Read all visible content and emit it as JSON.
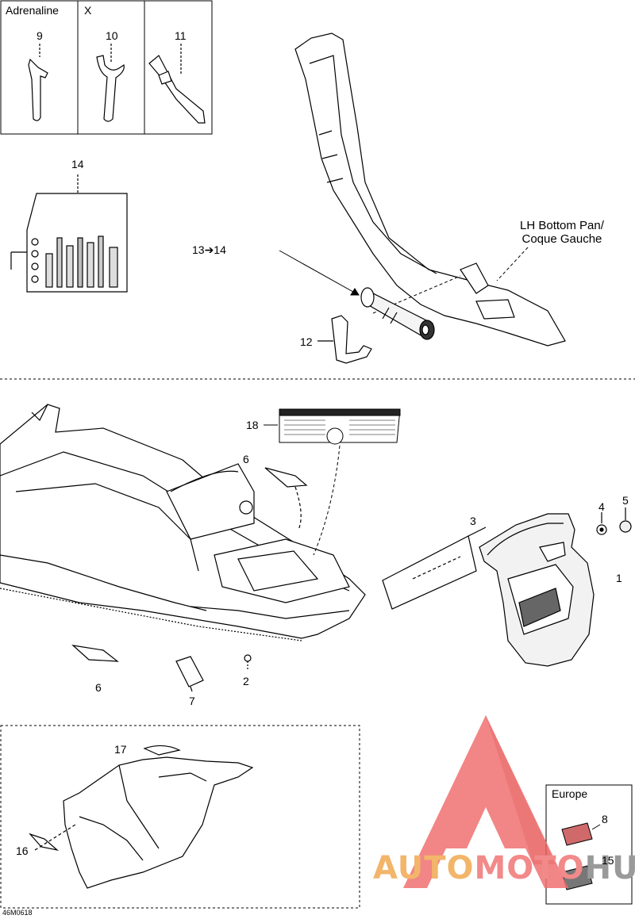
{
  "tool_table": {
    "headers": [
      "Adrenaline",
      "X"
    ],
    "callouts": [
      "9",
      "10",
      "11"
    ]
  },
  "toolkit": {
    "callout": "14",
    "ref": "13➔14"
  },
  "bottom_pan": {
    "label_line1": "LH Bottom Pan/",
    "label_line2": "Coque Gauche",
    "callout": "12"
  },
  "hood": {
    "callouts": {
      "c1": "1",
      "c2": "2",
      "c3": "3",
      "c4": "4",
      "c5": "5",
      "c6a": "6",
      "c6b": "6",
      "c7": "7",
      "c18": "18"
    }
  },
  "detail": {
    "callouts": [
      "17",
      "16"
    ]
  },
  "europe": {
    "title": "Europe",
    "callouts": [
      "8",
      "15"
    ]
  },
  "figure_code": "46M0618",
  "watermark": {
    "part1": "AUTO",
    "part2": "MOTO",
    "part3": "HUB",
    "colors": {
      "red": "#f07070",
      "orange": "#f2b56a",
      "gray": "#9a9a9a"
    }
  }
}
